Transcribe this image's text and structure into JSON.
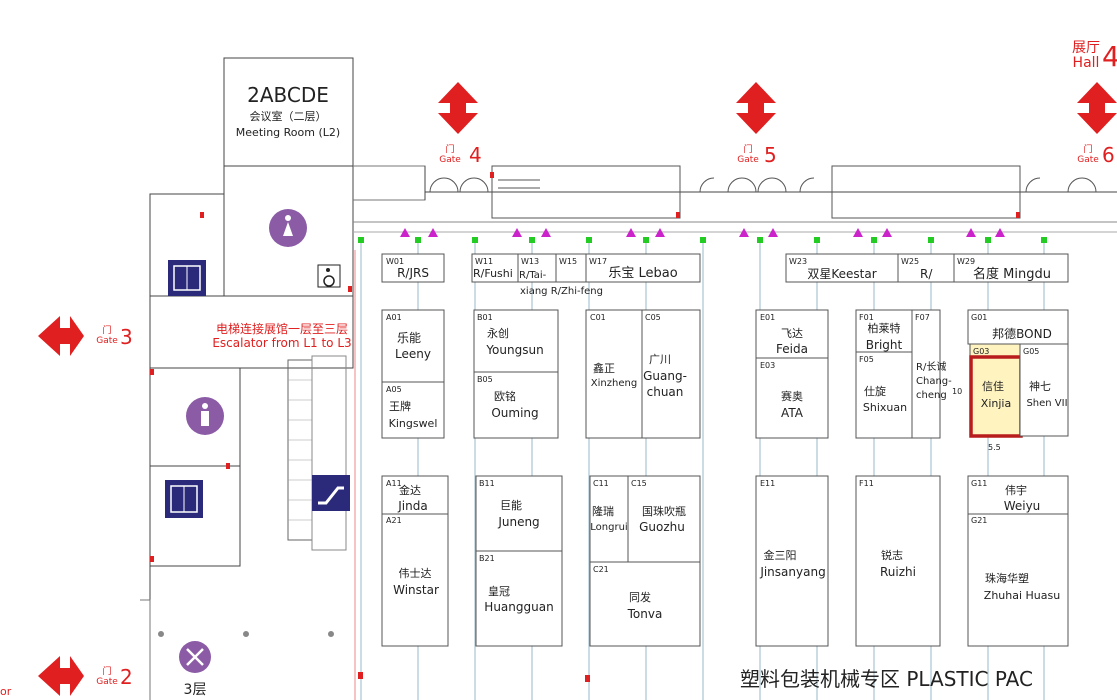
{
  "meeting_room": {
    "code": "2ABCDE",
    "cn": "会议室（二层）",
    "en": "Meeting Room (L2)"
  },
  "hall_label": {
    "cn": "展厅",
    "en": "Hall",
    "num": "4"
  },
  "gates": [
    {
      "pre": "门",
      "word": "Gate",
      "num": "4"
    },
    {
      "pre": "门",
      "word": "Gate",
      "num": "5"
    },
    {
      "pre": "门",
      "word": "Gate",
      "num": "6"
    },
    {
      "pre": "门",
      "word": "Gate",
      "num": "3"
    },
    {
      "pre": "门",
      "word": "Gate",
      "num": "2"
    }
  ],
  "escalator_note": {
    "cn": "电梯连接展馆一层至三层",
    "en": "Escalator from L1 to L3"
  },
  "floor_3": "3层",
  "edge_text": "or",
  "zone_title": "塑料包装机械专区 PLASTIC PAC",
  "w_row": [
    {
      "code": "W01",
      "name": "R/JRS"
    },
    {
      "code": "W11",
      "name": "R/Fushi"
    },
    {
      "code": "W13",
      "name": "R/Tai-"
    },
    {
      "code": "W15",
      "name": ""
    },
    {
      "code": "W17",
      "name": "乐宝 Lebao"
    },
    {
      "code": "W23",
      "name": "双星Keestar"
    },
    {
      "code": "W25",
      "name": "R/"
    },
    {
      "code": "W29",
      "name": "名度 Mingdu"
    }
  ],
  "w_row_subnote": "xiang R/Zhi-feng",
  "booths": {
    "A01": {
      "code": "A01",
      "cn": "乐能",
      "en": "Leeny"
    },
    "A05": {
      "code": "A05",
      "cn": "王牌",
      "en": "Kingswel"
    },
    "A11": {
      "code": "A11",
      "cn": "金达",
      "en": "Jinda"
    },
    "A21": {
      "code": "A21",
      "cn": "伟士达",
      "en": "Winstar"
    },
    "B01": {
      "code": "B01",
      "cn": "永创",
      "en": "Youngsun"
    },
    "B05": {
      "code": "B05",
      "cn": "欧铭",
      "en": "Ouming"
    },
    "B11": {
      "code": "B11",
      "cn": "巨能",
      "en": "Juneng"
    },
    "B21": {
      "code": "B21",
      "cn": "皇冠",
      "en": "Huangguan"
    },
    "C01": {
      "code": "C01",
      "cn": "鑫正",
      "en": "Xinzheng"
    },
    "C05": {
      "code": "C05",
      "cn": "广川",
      "en1": "Guang-",
      "en2": "chuan"
    },
    "C11": {
      "code": "C11",
      "cn": "隆瑞",
      "en": "Longrui"
    },
    "C15": {
      "code": "C15",
      "cn": "国珠吹瓶",
      "en": "Guozhu"
    },
    "C21": {
      "code": "C21",
      "cn": "同发",
      "en": "Tonva"
    },
    "E01": {
      "code": "E01",
      "cn": "飞达",
      "en": "Feida"
    },
    "E03": {
      "code": "E03",
      "cn": "赛奥",
      "en": "ATA"
    },
    "E11": {
      "code": "E11",
      "cn": "金三阳",
      "en": "Jinsanyang"
    },
    "F01": {
      "code": "F01",
      "cn": "柏莱特",
      "en": "Bright"
    },
    "F05": {
      "code": "F05",
      "cn": "仕旋",
      "en": "Shixuan"
    },
    "F07": {
      "code": "F07",
      "cn": "R/长诚",
      "en1": "Chang-",
      "en2": "cheng",
      "extra": "10"
    },
    "F11": {
      "code": "F11",
      "cn": "锐志",
      "en": "Ruizhi"
    },
    "G01": {
      "code": "G01",
      "cn": "邦德BOND",
      "en": ""
    },
    "G03": {
      "code": "G03",
      "cn": "信佳",
      "en": "Xinjia"
    },
    "G05": {
      "code": "G05",
      "cn": "神七",
      "en": "Shen VII"
    },
    "G11": {
      "code": "G11",
      "cn": "伟宇",
      "en": "Weiyu"
    },
    "G21": {
      "code": "G21",
      "cn": "珠海华塑",
      "en": "Zhuhai Huasu"
    }
  },
  "g03_note": "5.5",
  "colors": {
    "accent_red": "#e02020",
    "highlight_fill": "#fff4c0",
    "highlight_border": "#b81c1c",
    "toilet_purple": "#8b5ba6",
    "icon_navy": "#2b2a7a",
    "marker_green": "#22cc22",
    "marker_magenta": "#cc22cc"
  }
}
